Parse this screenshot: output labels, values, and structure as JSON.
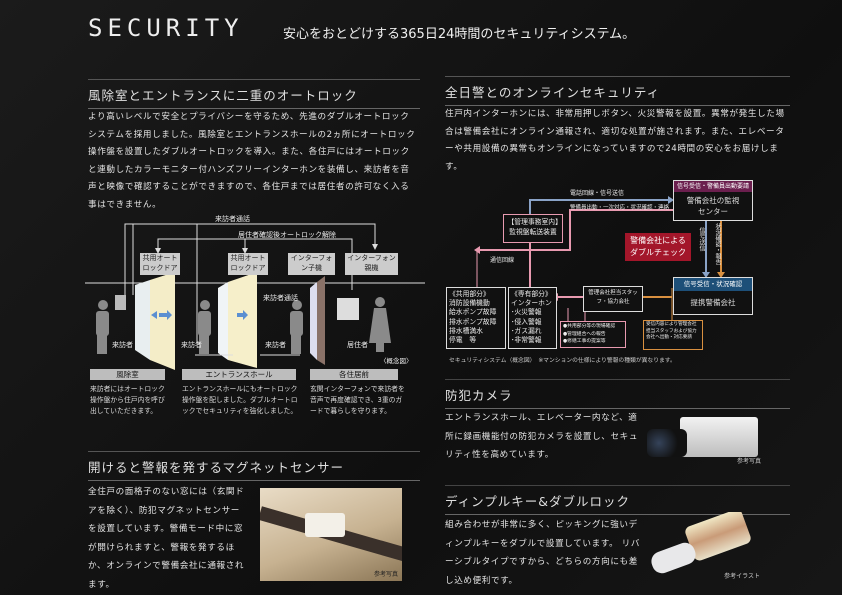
{
  "header": {
    "title": "SECURITY",
    "subtitle": "安心をおとどけする365日24時間のセキュリティシステム。"
  },
  "autolock": {
    "title": "風除室とエントランスに二重のオートロック",
    "body": "より高いレベルで安全とプライバシーを守るため、先進のダブルオートロックシステムを採用しました。風除室とエントランスホールの2ヵ所にオートロック操作盤を設置したダブルオートロックを導入。また、各住戸にはオートロックと連動したカラーモニター付ハンズフリーインターホンを装備し、来訪者を音声と映像で確認することができますので、各住戸までは居住者の許可なく入る事はできません。",
    "diagram": {
      "line_top": "来訪者通話",
      "line_second": "居住者確認後オートロック解除",
      "door1": "共用オートロックドア",
      "door2": "共用オートロックドア",
      "intercom_child": "インターフォン子機",
      "intercom_parent": "インターフォン親機",
      "visitor_call": "来訪者通話",
      "visitor_labels": [
        "来訪者",
        "来訪者",
        "来訪者"
      ],
      "resident": "居住者",
      "concept": "〈概念図〉",
      "zones": [
        {
          "name": "風除室",
          "desc": "来訪者にはオートロック操作盤から住戸内を呼び出していただきます。"
        },
        {
          "name": "エントランスホール",
          "desc": "エントランスホールにもオートロック操作盤を配しました。ダブルオートロックでセキュリティを強化しました。"
        },
        {
          "name": "各住居前",
          "desc": "玄関インターフォンで来訪者を音声で再度確認でき、3重のガードで暮らしを守ります。"
        }
      ]
    }
  },
  "magnet": {
    "title": "開けると警報を発するマグネットセンサー",
    "body": "全住戸の面格子のない窓には（玄関ドアを除く）、防犯マグネットセンサーを設置しています。警備モード中に窓が開けられますと、警報を発するほか、オンラインで警備会社に通報されます。",
    "photo_caption": "参考写真"
  },
  "online": {
    "title": "全日警とのオンラインセキュリティ",
    "body": "住戸内インターホンには、非常用押しボタン、火災警報を設置。異常が発生した場合は警備会社にオンライン通報され、適切な処置が施されます。また、エレベーターや共用設備の異常もオンラインになっていますので24時間の安心をお届けします。",
    "flow": {
      "center_header": "信号受信・警備員出動要請",
      "center_body": "警備会社の監視センター",
      "office_box": "【管理事務室内】監視盤転送装置",
      "double_check": "警備会社によるダブルチェック",
      "partner_header": "信号受信・状況確認",
      "partner_body": "提携警備会社",
      "common_title": "《共用部分》",
      "common_items": [
        "消防設備機動",
        "給水ポンプ故障",
        "排水ポンプ故障",
        "排水槽満水",
        "停電　等"
      ],
      "private_title": "《専有部分》",
      "private_items": [
        "インターホン",
        "･火災警報",
        "･侵入警報",
        "･ガス漏れ",
        "･非常警報"
      ],
      "staff_box": "管理会社担当スタッフ・協力会社",
      "staff_tasks": [
        "●共用部分等の現場確認",
        "●管理組合への報告",
        "●修繕工事の提案等"
      ],
      "request_box": "受信内容により管理会社担当スタッフおよび協力会社へ出動・対応要請",
      "label_phone": "電話回線・信号送信",
      "label_dispatch": "警備員出動・一次対応・状況確認・連絡",
      "label_comm": "通信回線",
      "label_signal": "信号送信",
      "label_report": "状況確認・報告",
      "caption": "セキュリティシステム（概念図）　※マンションの仕様により警報の種類が異なります。"
    },
    "colors": {
      "purple": "#6b1f4e",
      "blue": "#1d4f78",
      "red": "#a3162a",
      "pink": "#e89ab0",
      "orange": "#d99040",
      "steel": "#8aa3c7"
    }
  },
  "camera": {
    "title": "防犯カメラ",
    "body": "エントランスホール、エレベーター内など、適所に録画機能付の防犯カメラを設置し、セキュリティ性を高めています。",
    "photo_caption": "参考写真"
  },
  "dimple": {
    "title": "ディンプルキー&ダブルロック",
    "body": "組み合わせが非常に多く、ピッキングに強いディンプルキーをダブルで設置しています。 リバーシブルタイプですから、どちらの方向にも差し込め便利です。",
    "photo_caption": "参考イラスト"
  }
}
